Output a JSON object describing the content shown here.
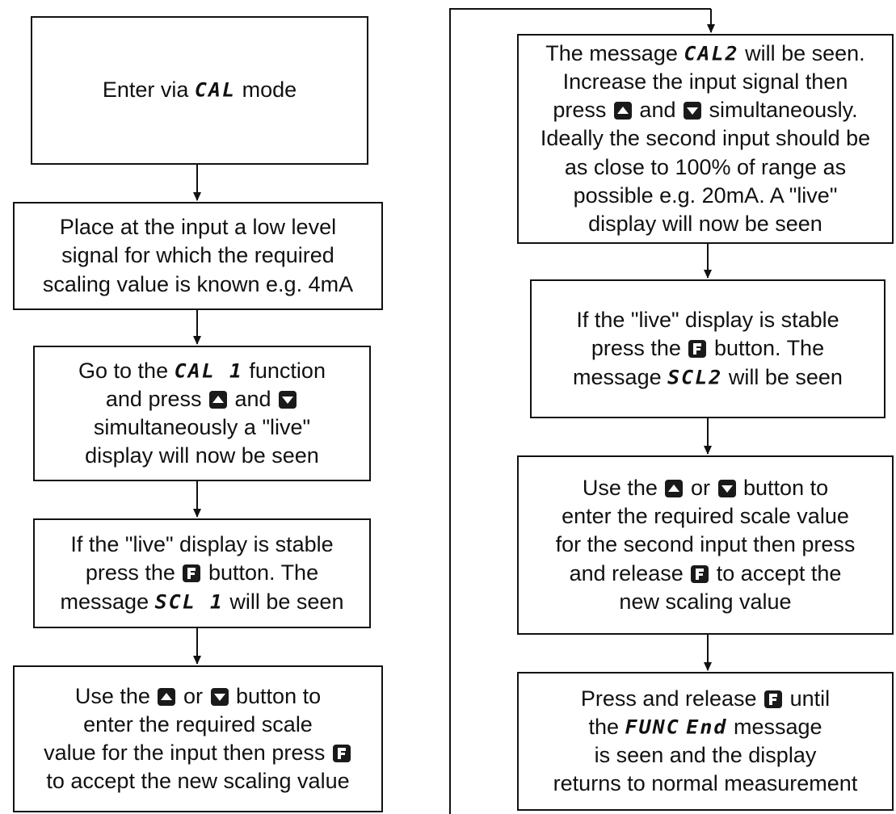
{
  "colors": {
    "stroke": "#111111",
    "key": "#1a1a1a",
    "background": "#ffffff"
  },
  "steps": {
    "enter": {
      "text_before": "Enter via",
      "code": "CAL",
      "text_after": "mode"
    },
    "low_signal": {
      "line1": "Place at the input a low level",
      "line2": "signal for which the required",
      "line3": "scaling value is known e.g. 4mA"
    },
    "cal1": {
      "l1_before": "Go to the",
      "code": "CAL 1",
      "l1_after": "function",
      "l2_before": "and press",
      "l2_mid": "and",
      "line3": "simultaneously a \"live\"",
      "line4": "display will now be seen"
    },
    "stable1": {
      "line1": "If the \"live\" display is stable",
      "l2_before": "press the",
      "l2_after": "button. The",
      "l3_before": "message",
      "code": "SCL 1",
      "l3_after": "will be seen"
    },
    "scale1": {
      "l1_before": "Use the",
      "l1_mid": "or",
      "l1_after": "button to",
      "line2": "enter the required scale",
      "l3_before": "value for the input then press",
      "line4": "to accept the new scaling value"
    },
    "cal2": {
      "l1_before": "The message",
      "code": "CAL2",
      "l1_after": "will be seen.",
      "line2": "Increase the input signal then",
      "l3_before": "press",
      "l3_mid": "and",
      "l3_after": "simultaneously.",
      "line4": "Ideally the second input should be",
      "line5": "as close to 100% of range as",
      "line6": "possible e.g. 20mA. A \"live\"",
      "line7": "display will now be seen"
    },
    "stable2": {
      "line1": "If the \"live\" display is stable",
      "l2_before": "press the",
      "l2_after": "button. The",
      "l3_before": "message",
      "code": "SCL2",
      "l3_after": "will be seen"
    },
    "scale2": {
      "l1_before": "Use the",
      "l1_mid": "or",
      "l1_after": "button to",
      "line2": "enter the required scale value",
      "line3": "for the second input then press",
      "l4_before": "and release",
      "l4_after": "to accept the",
      "line5": "new scaling value"
    },
    "finish": {
      "l1_before": "Press and release",
      "l1_after": "until",
      "l2_before": "the",
      "code1": "FUNC",
      "code2": "End",
      "l2_after": "message",
      "line3": "is seen and the display",
      "line4": "returns to normal measurement"
    }
  },
  "icons": {
    "up_button": "up-arrow-key-icon",
    "down_button": "down-arrow-key-icon",
    "function_button": "f-key-icon"
  }
}
